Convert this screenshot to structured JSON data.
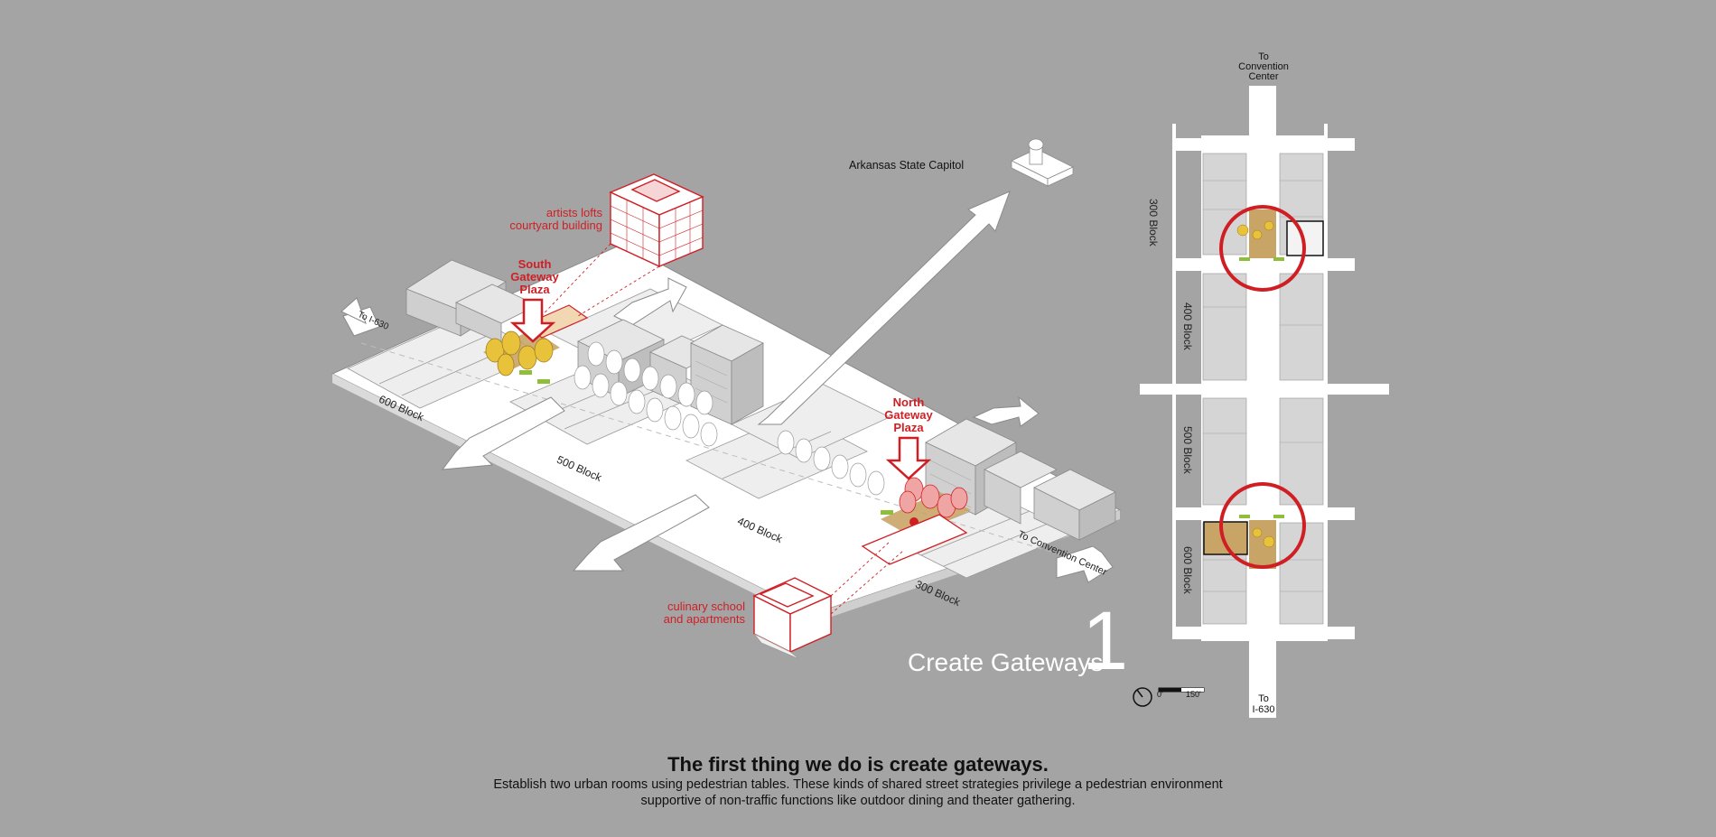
{
  "labels": {
    "capitol": "Arkansas State Capitol",
    "artists_lofts": "artists lofts\ncourtyard building",
    "south_plaza": "South\nGateway\nPlaza",
    "north_plaza": "North\nGateway\nPlaza",
    "culinary": "culinary school\nand apartments",
    "to_i630_iso": "To I-630",
    "to_convention_iso": "To Convention Center",
    "block_600_iso": "600 Block",
    "block_500_iso": "500 Block",
    "block_400_iso": "400 Block",
    "block_300_iso": "300 Block"
  },
  "heading": {
    "word": "Create Gateways",
    "number": "1"
  },
  "plan": {
    "top_dest": "To\nConvention\nCenter",
    "bottom_dest": "To\nI-630",
    "blocks": [
      "300 Block",
      "400 Block",
      "500 Block",
      "600 Block"
    ],
    "scale_zero": "0'",
    "scale_end": "150'"
  },
  "caption": {
    "title": "The first thing we do is create gateways.",
    "body_line1": "Establish two urban rooms using pedestrian tables. These kinds of shared street strategies privilege a pedestrian environment",
    "body_line2": "supportive of non-traffic functions like outdoor dining and theater gathering."
  },
  "colors": {
    "background": "#a4a4a4",
    "accent_red": "#cf1f25",
    "plaza_yellow": "#e8c23a",
    "plaza_tan": "#c9a467"
  }
}
